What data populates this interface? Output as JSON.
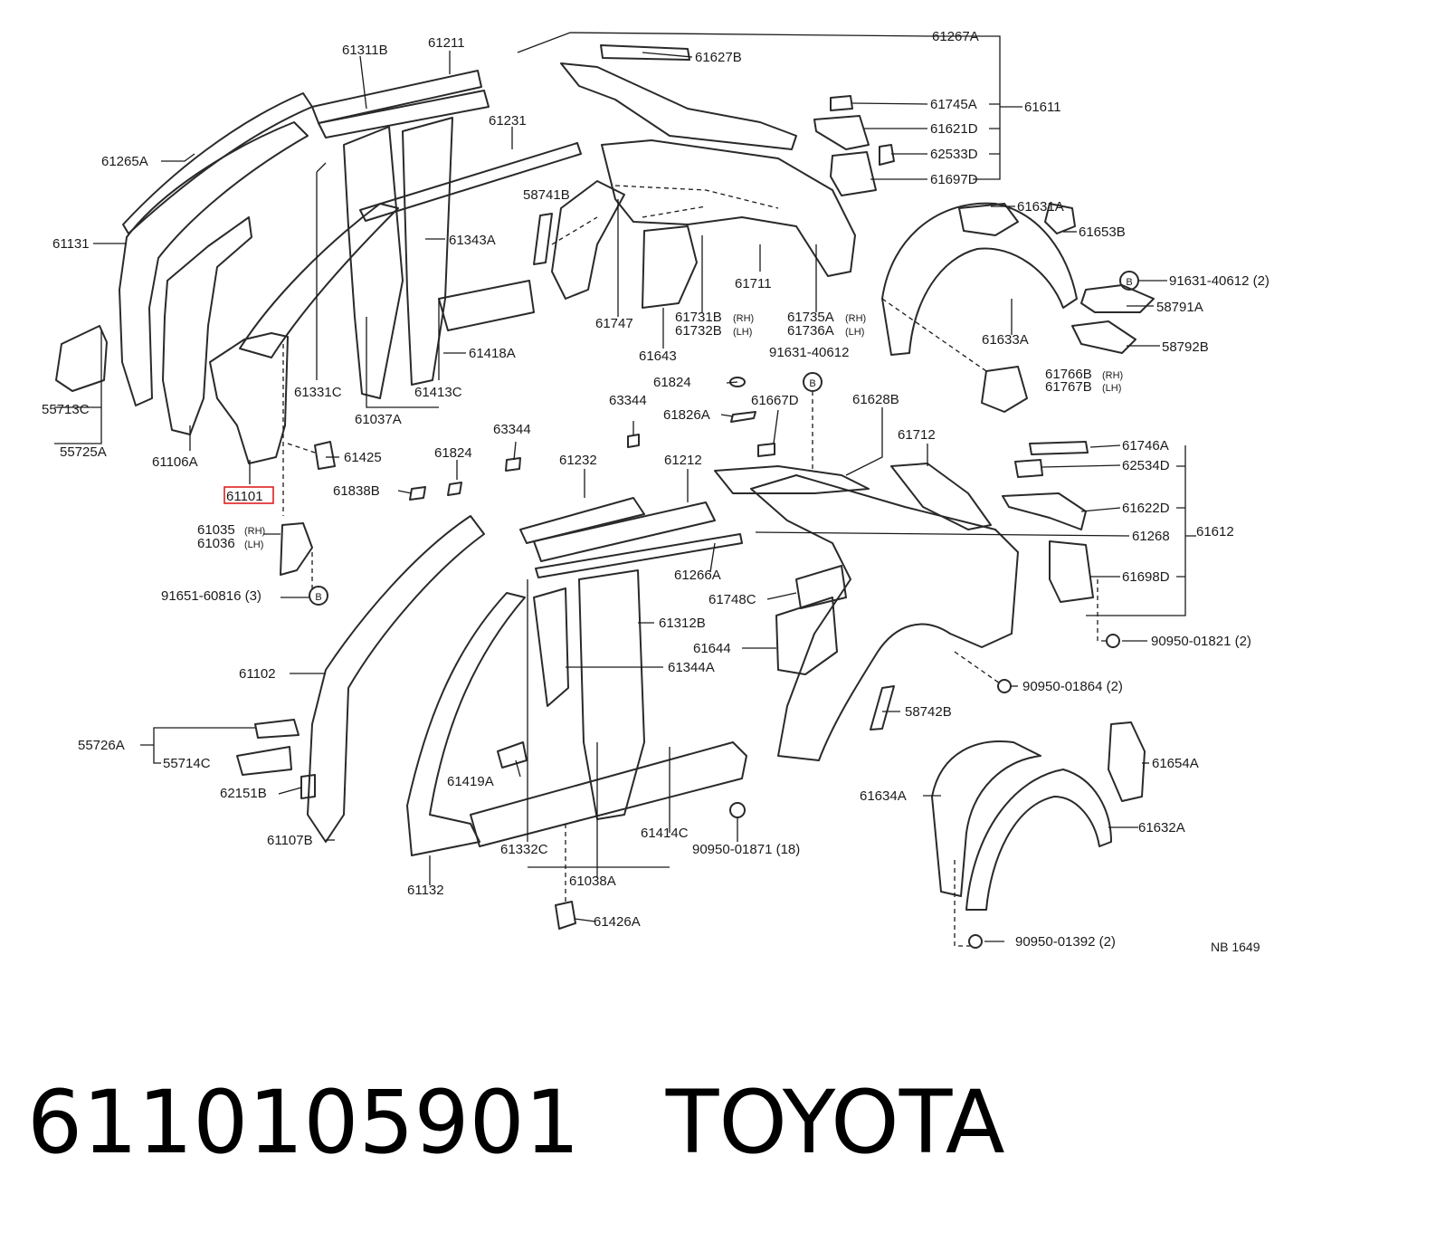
{
  "diagram_code": "NB 1649",
  "highlighted_part": "61101",
  "part_number": "6110105901",
  "brand": "TOYOTA",
  "accent_color": "#e02020",
  "markers": {
    "circle_letter": "B"
  },
  "labels": {
    "61311B": "61311B",
    "61211": "61211",
    "61267A": "61267A",
    "61627B": "61627B",
    "61745A": "61745A",
    "61611": "61611",
    "61621D": "61621D",
    "62533D": "62533D",
    "61697D": "61697D",
    "61265A": "61265A",
    "61231": "61231",
    "58741B": "58741B",
    "61131": "61131",
    "61343A": "61343A",
    "61631A": "61631A",
    "61653B": "61653B",
    "91631_40612_2": "91631-40612 (2)",
    "58791A": "58791A",
    "58792B": "58792B",
    "61711": "61711",
    "61747": "61747",
    "61731B": "61731B",
    "61732B": "61732B",
    "61735A": "61735A",
    "61736A": "61736A",
    "rh": "(RH)",
    "lh": "(LH)",
    "61643": "61643",
    "91631_40612": "91631-40612",
    "61633A": "61633A",
    "61418A": "61418A",
    "55713C": "55713C",
    "61331C": "61331C",
    "61413C": "61413C",
    "61766B": "61766B",
    "61767B": "61767B",
    "61824": "61824",
    "61037A": "61037A",
    "55725A": "55725A",
    "61106A": "61106A",
    "61425": "61425",
    "63344": "63344",
    "61826A": "61826A",
    "61667D": "61667D",
    "61628B": "61628B",
    "61712": "61712",
    "61746A": "61746A",
    "62534D": "62534D",
    "61232": "61232",
    "61212": "61212",
    "61101": "61101",
    "61838B": "61838B",
    "61622D": "61622D",
    "61035": "61035",
    "61036": "61036",
    "61268": "61268",
    "61612": "61612",
    "61266A": "61266A",
    "61698D": "61698D",
    "91651_60816_3": "91651-60816 (3)",
    "61748C": "61748C",
    "61312B": "61312B",
    "90950_01821_2": "90950-01821 (2)",
    "61644": "61644",
    "61344A": "61344A",
    "61102": "61102",
    "90950_01864_2": "90950-01864 (2)",
    "58742B": "58742B",
    "55726A": "55726A",
    "55714C": "55714C",
    "61654A": "61654A",
    "61419A": "61419A",
    "62151B": "62151B",
    "61634A": "61634A",
    "61414C": "61414C",
    "61632A": "61632A",
    "61107B": "61107B",
    "61332C": "61332C",
    "90950_01871_18": "90950-01871 (18)",
    "61132": "61132",
    "61038A": "61038A",
    "61426A": "61426A",
    "90950_01392_2": "90950-01392 (2)"
  }
}
